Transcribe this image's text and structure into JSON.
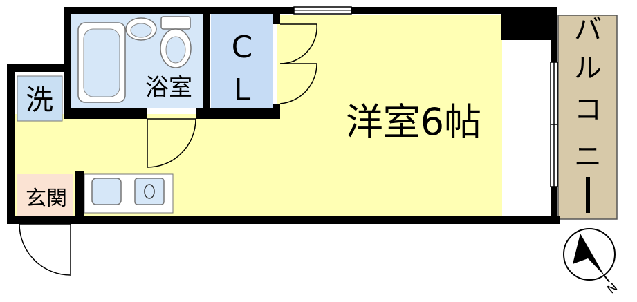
{
  "rooms": {
    "western_room": "洋室6帖",
    "bathroom": "浴室",
    "closet_top": "C",
    "closet_bottom": "L",
    "laundry": "洗",
    "entrance": "玄関",
    "balcony": [
      "バ",
      "ル",
      "コ",
      "ニ",
      "ー"
    ]
  },
  "compass": {
    "north_label": "N"
  },
  "colors": {
    "room_fill": "#ffffb4",
    "bath_fill": "#cfe3f7",
    "closet_fill": "#c6dcf5",
    "laundry_fill": "#c9dff3",
    "entrance_fill": "#fbe3d3",
    "balcony_fill": "#d7c9a9",
    "wall": "#000000"
  }
}
